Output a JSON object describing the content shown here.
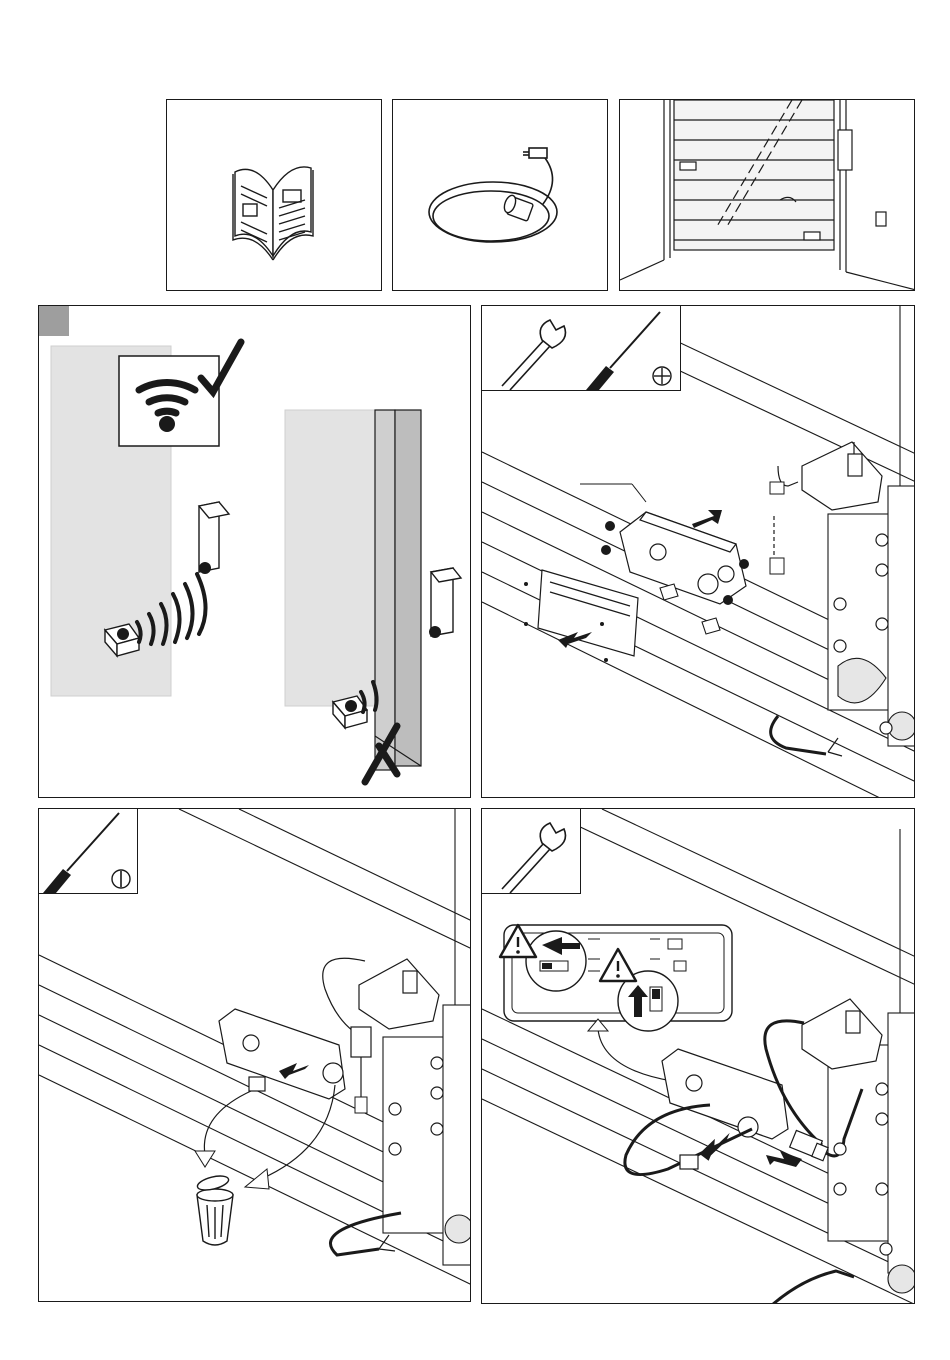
{
  "page": {
    "background": "#ffffff",
    "line_color": "#1a1a1a",
    "badge_color": "#9e9e9e",
    "wall_color": "#e3e3e3"
  },
  "contents": [
    {
      "item": "manual",
      "icon": "manual-icon"
    },
    {
      "item": "sensor-with-cable",
      "icon": "sensor-cable-icon"
    },
    {
      "item": "door-overview",
      "icon": "door-icon"
    }
  ],
  "steps": [
    {
      "id": "placement",
      "icons": [
        "wifi-icon",
        "check-icon",
        "cross-icon"
      ]
    },
    {
      "id": "open-housing",
      "tools": [
        "wrench-icon",
        "phillips-screwdriver-icon"
      ]
    },
    {
      "id": "remove-plug",
      "tools": [
        "flat-screwdriver-icon"
      ],
      "icons": [
        "trash-bin-icon"
      ]
    },
    {
      "id": "connect",
      "tools": [
        "wrench-icon"
      ],
      "icons": [
        "warning-icon",
        "warning-icon"
      ]
    }
  ]
}
